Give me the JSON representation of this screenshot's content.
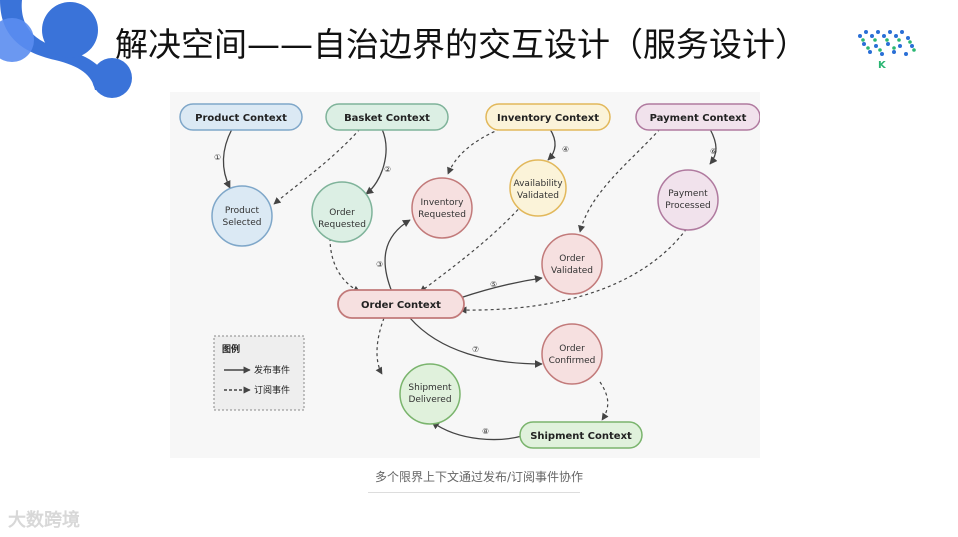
{
  "title": "解决空间——自治边界的交互设计（服务设计）",
  "caption": "多个限界上下文通过发布/订阅事件协作",
  "watermark": "大数跨境",
  "diagram": {
    "contexts": {
      "product": "Product Context",
      "basket": "Basket Context",
      "inventory": "Inventory Context",
      "payment": "Payment Context",
      "order": "Order Context",
      "shipment": "Shipment Context"
    },
    "events": {
      "product_selected": [
        "Product",
        "Selected"
      ],
      "order_requested": [
        "Order",
        "Requested"
      ],
      "inventory_requested": [
        "Inventory",
        "Requested"
      ],
      "availability_validated": [
        "Availability",
        "Validated"
      ],
      "order_validated": [
        "Order",
        "Validated"
      ],
      "payment_processed": [
        "Payment",
        "Processed"
      ],
      "order_confirmed": [
        "Order",
        "Confirmed"
      ],
      "shipment_delivered": [
        "Shipment",
        "Delivered"
      ]
    },
    "step_numbers": [
      "①",
      "②",
      "③",
      "④",
      "⑤",
      "⑥",
      "⑦",
      "⑧"
    ],
    "legend": {
      "title": "图例",
      "publish": "发布事件",
      "subscribe": "订阅事件"
    },
    "colors": {
      "blue_fill": "#dbe9f4",
      "blue_stroke": "#7fa7c9",
      "green_fill": "#dcefe4",
      "green_stroke": "#7fb39a",
      "orange_fill": "#fbf3d9",
      "orange_stroke": "#e2b85b",
      "purple_fill": "#f1e2ec",
      "purple_stroke": "#b07a9f",
      "red_fill": "#f6e0e0",
      "red_stroke": "#c27a7a",
      "shipgreen_fill": "#e0f1dc",
      "shipgreen_stroke": "#7ab46d"
    }
  }
}
